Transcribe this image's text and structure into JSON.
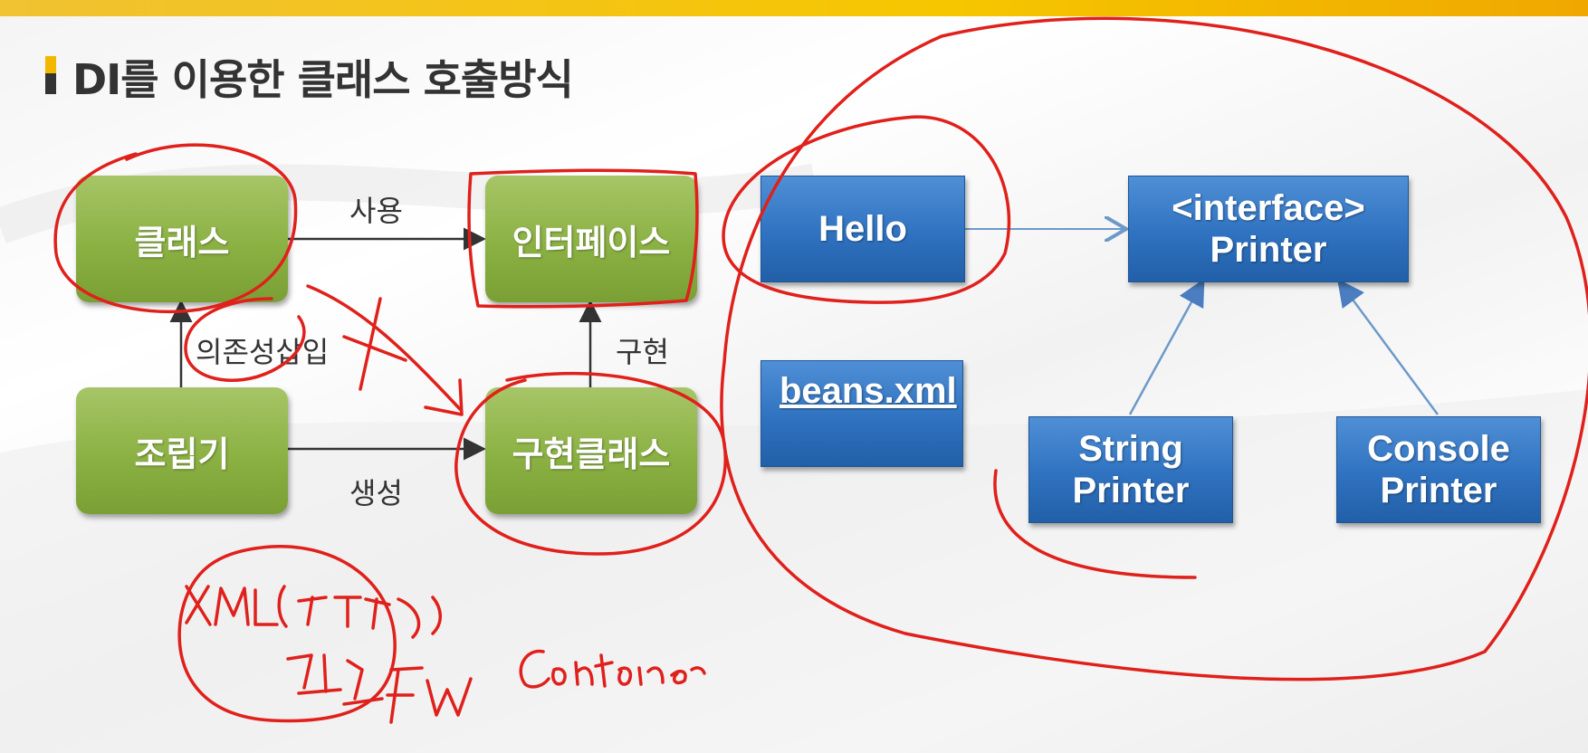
{
  "slide": {
    "title": "DI를 이용한 클래스 호출방식"
  },
  "left_diagram": {
    "class_box": "클래스",
    "interface_box": "인터페이스",
    "assembler_box": "조립기",
    "impl_box": "구현클래스",
    "label_use": "사용",
    "label_inject": "의존성삽입",
    "label_impl": "구현",
    "label_create": "생성"
  },
  "right_diagram": {
    "hello_box": "Hello",
    "beans_box": "beans.xml",
    "printer_interface_line1": "<interface>",
    "printer_interface_line2": "Printer",
    "string_printer_line1": "String",
    "string_printer_line2": "Printer",
    "console_printer_line1": "Console",
    "console_printer_line2": "Printer"
  },
  "colors": {
    "accent_yellow": "#f6c600",
    "green_box": "#8bb143",
    "blue_box": "#2f72c0",
    "annotation_red": "#e0201b"
  }
}
